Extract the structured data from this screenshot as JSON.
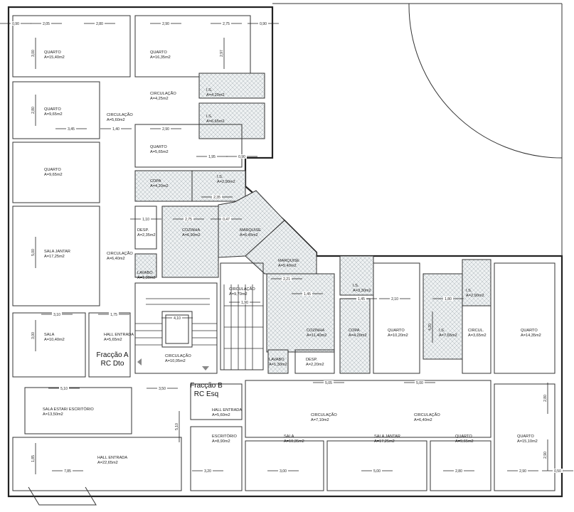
{
  "plan": {
    "fractions": [
      {
        "name": "Fracção A",
        "unit": "RC Dto"
      },
      {
        "name": "Fracção B",
        "unit": "RC Esq"
      }
    ],
    "rooms": [
      {
        "name": "QUARTO",
        "area": "A=15,40m2"
      },
      {
        "name": "QUARTO",
        "area": "A=16,35m2"
      },
      {
        "name": "CIRCULAÇÃO",
        "area": "A=4,25m2"
      },
      {
        "name": "I.S.",
        "area": "A=4,20m2"
      },
      {
        "name": "I.S.",
        "area": "A=6,65m2"
      },
      {
        "name": "QUARTO",
        "area": "A=9,65m2"
      },
      {
        "name": "CIRCULAÇÃO",
        "area": "A=5,60m2"
      },
      {
        "name": "QUARTO",
        "area": "A=5,65m2"
      },
      {
        "name": "QUARTO",
        "area": "A=9,65m2"
      },
      {
        "name": "COPA",
        "area": "A=4,20m2"
      },
      {
        "name": "I.S.",
        "area": "A=2,90m2"
      },
      {
        "name": "DESP.",
        "area": "A=2,35m2"
      },
      {
        "name": "COZINHA",
        "area": "A=6,90m2"
      },
      {
        "name": "MARQUISE",
        "area": "A=6,45m2"
      },
      {
        "name": "SALA JANTAR",
        "area": "A=17,25m2"
      },
      {
        "name": "CIRCULAÇÃO",
        "area": "A=6,40m2"
      },
      {
        "name": "LAVABO",
        "area": "A=1,30m2"
      },
      {
        "name": "MARQUISE",
        "area": "A=5,40m2"
      },
      {
        "name": "CIRCULAÇÃO",
        "area": "A=9,70m2"
      },
      {
        "name": "I.S.",
        "area": "A=3,30m2"
      },
      {
        "name": "COZINHA",
        "area": "A=11,40m2"
      },
      {
        "name": "COPA",
        "area": "A=4,20m2"
      },
      {
        "name": "QUARTO",
        "area": "A=10,20m2"
      },
      {
        "name": "I.S.",
        "area": "A=7,65m2"
      },
      {
        "name": "I.S.",
        "area": "A=2,90m2"
      },
      {
        "name": "CIRCUL.",
        "area": "A=3,65m2"
      },
      {
        "name": "QUARTO",
        "area": "A=14,35m2"
      },
      {
        "name": "SALA",
        "area": "A=10,40m2"
      },
      {
        "name": "HALL ENTRADA",
        "area": "A=5,65m2"
      },
      {
        "name": "CIRCULAÇÃO",
        "area": "A=10,05m2"
      },
      {
        "name": "LAVABO",
        "area": "A=1,30m2"
      },
      {
        "name": "DESP.",
        "area": "A=2,20m2"
      },
      {
        "name": "SALA ESTAR/ ESCRITÓRIO",
        "area": "A=13,50m2"
      },
      {
        "name": "HALL ENTRADA",
        "area": "A=5,60m2"
      },
      {
        "name": "CIRCULAÇÃO",
        "area": "A=7,10m2"
      },
      {
        "name": "CIRCULAÇÃO",
        "area": "A=6,40m2"
      },
      {
        "name": "ESCRITÓRIO",
        "area": "A=8,90m2"
      },
      {
        "name": "SALA",
        "area": "A=10,35m2"
      },
      {
        "name": "SALA JANTAR",
        "area": "A=17,25m2"
      },
      {
        "name": "QUARTO",
        "area": "A=9,65m2"
      },
      {
        "name": "QUARTO",
        "area": "A=15,10m2"
      },
      {
        "name": "HALL ENTRADA",
        "area": "A=22,65m2"
      }
    ],
    "dimensions": [
      "0,90",
      "2,05",
      "2,80",
      "2,90",
      "2,75",
      "0,90",
      "3,00",
      "2,97",
      "3,45",
      "1,40",
      "2,90",
      "1,95",
      "0,90",
      "2,80",
      "5,00",
      "3,10",
      "1,75",
      "3,00",
      "5,10",
      "3,50",
      "7,85",
      "3,20",
      "3,00",
      "5,00",
      "2,80",
      "2,90",
      "0,50",
      "5,05",
      "5,00",
      "1,10",
      "2,75",
      "0,47",
      "2,35",
      "1,90",
      "2,21",
      "1,45",
      "1,45",
      "2,10",
      "1,80",
      "4,10",
      "5,10",
      "1,85",
      "2,80",
      "2,90",
      "4,20"
    ]
  }
}
